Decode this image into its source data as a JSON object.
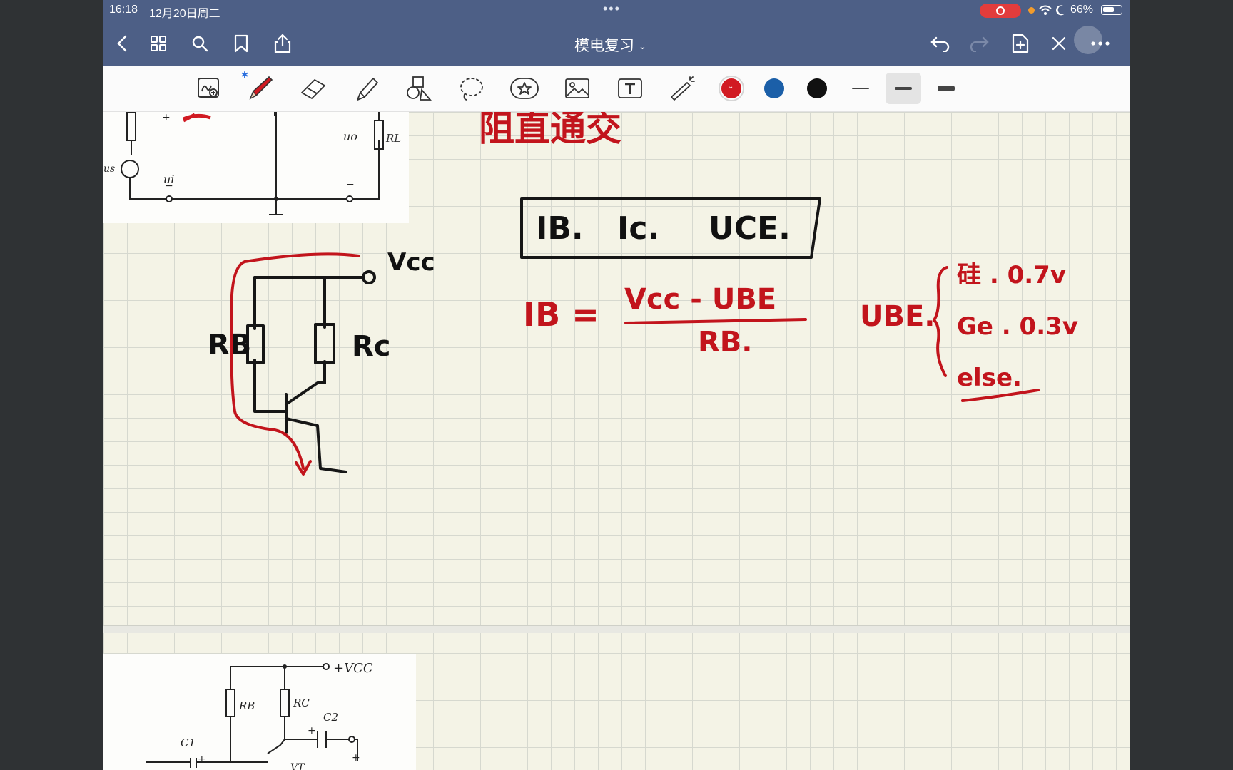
{
  "status_bar": {
    "time": "16:18",
    "date": "12月20日周二",
    "battery": "66%",
    "battery_level": 0.66
  },
  "nav": {
    "title": "模电复习",
    "left_icons": [
      "back-icon",
      "grid-icon",
      "search-icon",
      "bookmark-icon",
      "share-icon"
    ],
    "right_icons": [
      "undo-icon",
      "redo-icon",
      "add-page-icon",
      "close-tools-icon",
      "more-icon"
    ]
  },
  "toolbar": {
    "tools": [
      "lasso-zoom-icon",
      "pen-icon",
      "eraser-icon",
      "highlighter-icon",
      "shapes-icon",
      "lasso-icon",
      "sticker-icon",
      "image-icon",
      "text-icon",
      "laser-pointer-icon"
    ],
    "colors": [
      "#d11a22",
      "#1b5fa8",
      "#111111"
    ],
    "selected_color": "#d11a22",
    "stroke_widths": [
      "thin",
      "medium",
      "thick"
    ],
    "selected_stroke": "medium"
  },
  "notes": {
    "heading": "阻直通交",
    "box_labels": [
      "IB.",
      "Ic.",
      "UCE."
    ],
    "formula_lhs": "IB =",
    "formula_numerator": "Vcc - UBE",
    "formula_denominator": "RB.",
    "ube_label": "UBE.",
    "ube_cases": [
      "硅 . 0.7v",
      "Ge . 0.3v",
      "else."
    ],
    "circuit_vcc": "Vcc",
    "circuit_rb": "RB",
    "circuit_rc": "Rc"
  },
  "clip_top": {
    "label_ui": "ui",
    "label_uo": "uo",
    "label_rl": "RL",
    "label_us": "us",
    "plus": "+",
    "minus": "−"
  },
  "clip_bottom": {
    "label_vcc": "+VCC",
    "label_rb": "RB",
    "label_rc": "RC",
    "label_c1": "C1",
    "label_c2": "C2",
    "label_vt": "VT",
    "plus": "+"
  }
}
